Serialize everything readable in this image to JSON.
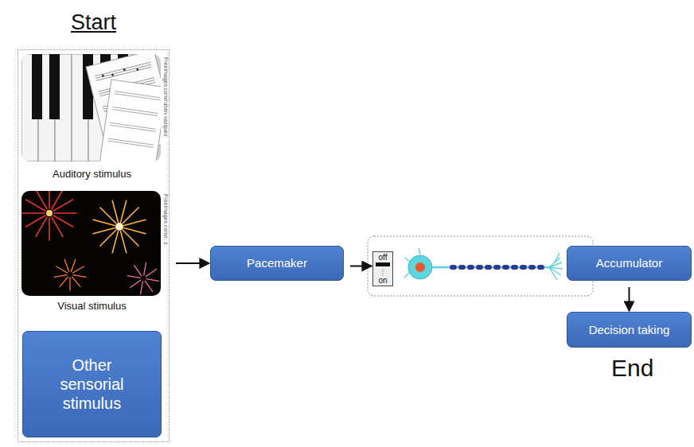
{
  "diagram": {
    "nodes": [
      {
        "text": [
          "Start"
        ]
      },
      {
        "text": [
          "Auditory stimulus"
        ],
        "in": 0
      },
      {
        "text": [
          "Visual stimulus"
        ],
        "in": 0
      },
      {
        "text": [
          "Other sensorial stimulus"
        ],
        "in": 0
      },
      {
        "text": [
          "Pacemaker"
        ]
      },
      {
        "text": [
          "off",
          "on"
        ]
      },
      {
        "text": [
          "Accumulator"
        ]
      },
      {
        "text": [
          "Decision taking"
        ]
      }
    ],
    "edges": [
      {
        "from": 0,
        "to": 4,
        "arrow": "to"
      },
      {
        "from": 4,
        "to": 5,
        "arrow": "to"
      },
      {
        "from": 6,
        "to": 7,
        "arrow": "to"
      }
    ],
    "labels": [
      "End",
      "Freeimages.com/ruben vazquez",
      "Freeimages.com/r. z."
    ]
  }
}
